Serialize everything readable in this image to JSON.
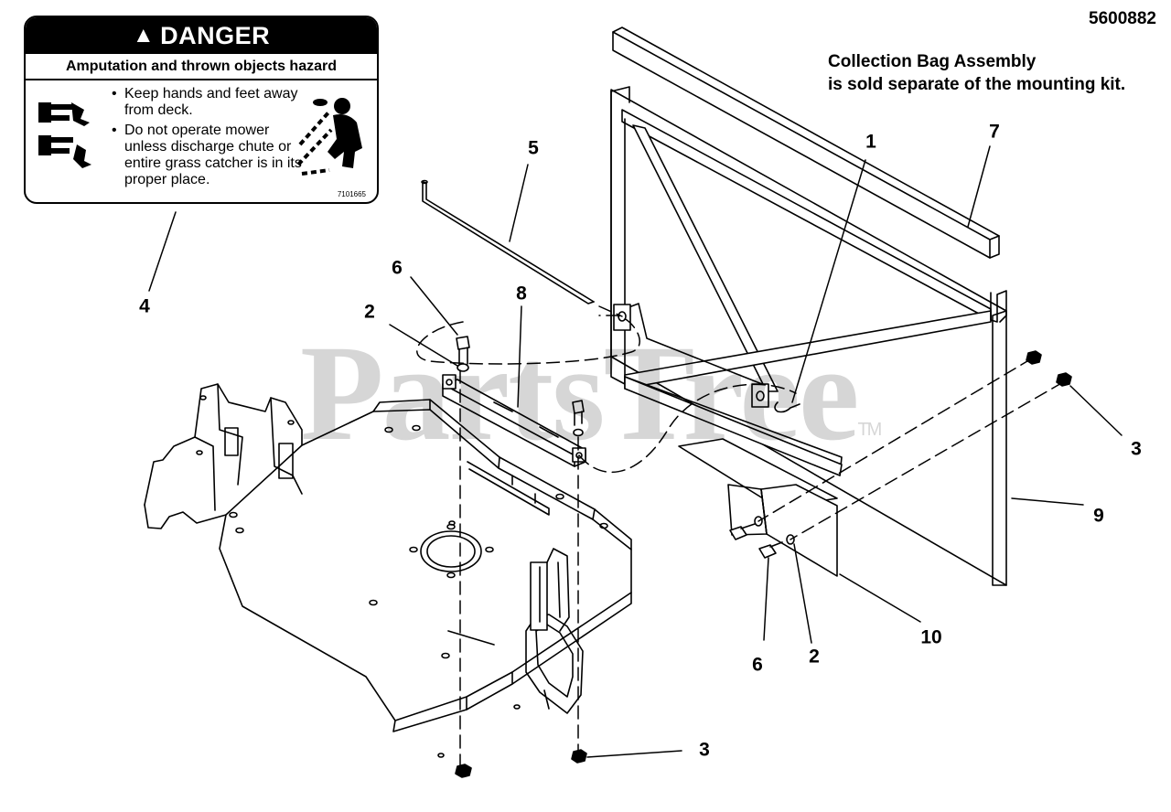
{
  "part_number": "5600882",
  "note": {
    "line1": "Collection Bag Assembly",
    "line2": "is sold separate of the mounting kit."
  },
  "decal": {
    "header": "DANGER",
    "subheader": "Amputation and thrown objects hazard",
    "bullet1": "Keep hands and feet away from deck.",
    "bullet2": "Do not operate mower unless discharge chute or entire grass catcher is in its proper place.",
    "code": "7101665"
  },
  "watermark": {
    "text": "PartsTree",
    "tm": "TM"
  },
  "callouts": {
    "c1": "1",
    "c2a": "2",
    "c2b": "2",
    "c3a": "3",
    "c3b": "3",
    "c4": "4",
    "c5": "5",
    "c6a": "6",
    "c6b": "6",
    "c7": "7",
    "c8": "8",
    "c9": "9",
    "c10": "10"
  },
  "icons": {
    "warning": "warning-triangle-icon",
    "hands": "hand-foot-hazard-icon",
    "person": "thrown-object-person-icon"
  }
}
